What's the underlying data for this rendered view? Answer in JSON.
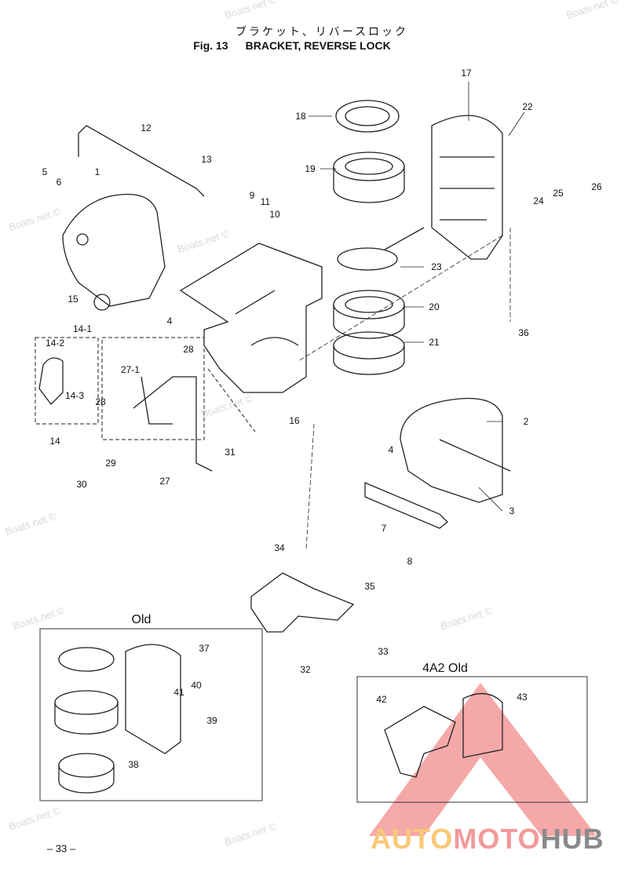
{
  "header": {
    "title_jp": "ブラケット、リバースロック",
    "fig_number": "Fig. 13",
    "title_en": "BRACKET, REVERSE LOCK"
  },
  "callouts": [
    "17",
    "18",
    "22",
    "12",
    "19",
    "13",
    "1",
    "5",
    "6",
    "26",
    "25",
    "24",
    "9",
    "11",
    "10",
    "23",
    "15",
    "4",
    "20",
    "36",
    "14-1",
    "14-2",
    "28",
    "21",
    "27-1",
    "14-3",
    "28",
    "16",
    "2",
    "14",
    "4",
    "29",
    "31",
    "30",
    "27",
    "3",
    "7",
    "8",
    "34",
    "35",
    "33",
    "32"
  ],
  "old_box": {
    "title": "Old",
    "callouts": [
      "37",
      "40",
      "41",
      "39",
      "38"
    ]
  },
  "old_4a2_box": {
    "title": "4A2 Old",
    "callouts": [
      "42",
      "43"
    ]
  },
  "page_number": "– 33 –",
  "watermark": "Boats.net ©",
  "logo": {
    "part1": "AUTO",
    "part2": "MOTO",
    "part3": "HUB"
  },
  "colors": {
    "logo_auto": "#f8c978",
    "logo_moto": "#f39a9a",
    "logo_hub": "#8a8a8a",
    "triangle": "#f39a9a"
  }
}
